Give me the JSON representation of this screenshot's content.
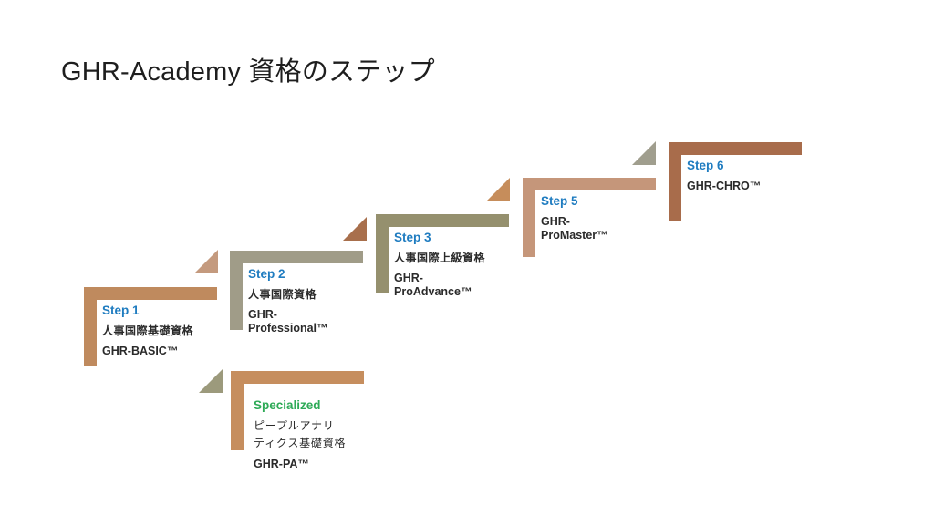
{
  "title": "GHR-Academy 資格のステップ",
  "colors": {
    "step_label": "#1f7cc0",
    "specialized_label": "#2eaa57",
    "text": "#2a2a2a"
  },
  "steps": [
    {
      "id": "step1",
      "label": "Step 1",
      "name_jp": "人事国際基礎資格",
      "cert_lines": [
        "GHR-BASIC™"
      ],
      "color": "#bf8a5e"
    },
    {
      "id": "step2",
      "label": "Step 2",
      "name_jp": "人事国際資格",
      "cert_lines": [
        "GHR-",
        "Professional™"
      ],
      "color": "#a09c88",
      "triangle_color": "#c49a7e"
    },
    {
      "id": "step3",
      "label": "Step 3",
      "name_jp": "人事国際上級資格",
      "cert_lines": [
        "GHR-",
        "ProAdvance™"
      ],
      "color": "#95906e",
      "triangle_color": "#a86f4c"
    },
    {
      "id": "step5",
      "label": "Step 5",
      "cert_lines": [
        "GHR-",
        "ProMaster™"
      ],
      "color": "#c5967a",
      "triangle_color": "#c68d5b"
    },
    {
      "id": "step6",
      "label": "Step 6",
      "cert_lines": [
        "GHR-CHRO™"
      ],
      "color": "#a86c4b",
      "triangle_color": "#a09e8e"
    }
  ],
  "specialized": {
    "label": "Specialized",
    "name_jp_lines": [
      "ピープルアナリ",
      "ティクス基礎資格"
    ],
    "cert": "GHR-PA™",
    "color": "#c68e5e",
    "triangle_color": "#9c9a7c"
  }
}
